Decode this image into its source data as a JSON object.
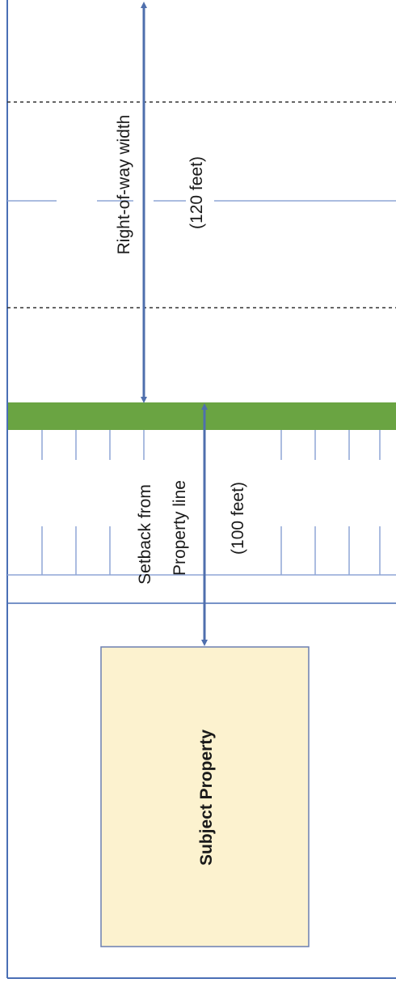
{
  "labels": {
    "row_title": "Right-of-way width",
    "row_value": "(120 feet)",
    "setback_line1": "Setback from",
    "setback_line2": "Property line",
    "setback_value": "(100 feet)",
    "property": "Subject Property"
  },
  "colors": {
    "border": "#4a6fb5",
    "arrow": "#4f6fad",
    "dashed": "#333333",
    "lane_line": "#8fa6d6",
    "green_strip": "#6aa442",
    "property_fill": "#fcf2cf",
    "property_border": "#6b7fb0"
  }
}
